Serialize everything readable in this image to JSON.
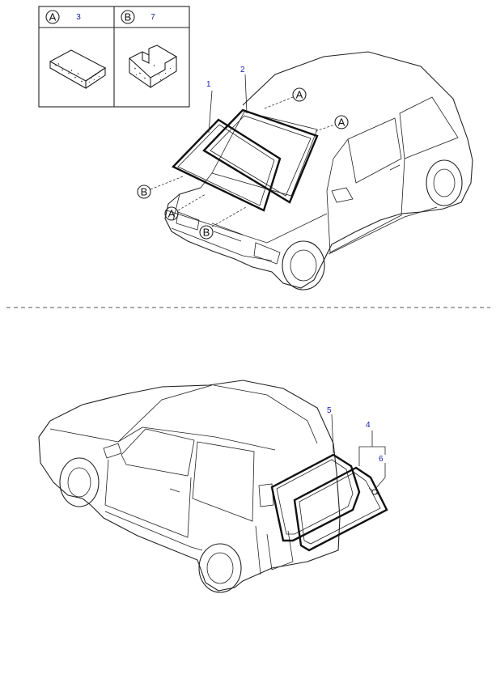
{
  "legend": {
    "a": {
      "letter": "A",
      "part_no": "3"
    },
    "b": {
      "letter": "B",
      "part_no": "7"
    }
  },
  "callouts": {
    "front_glass": "1",
    "front_molding": "2",
    "rear_assembly": "4",
    "rear_glass": "5",
    "rear_clip": "6"
  },
  "markers": {
    "a": "A",
    "b": "B"
  },
  "colors": {
    "callout_text": "#1a1aa8",
    "line": "#222222",
    "divider": "#555555"
  }
}
